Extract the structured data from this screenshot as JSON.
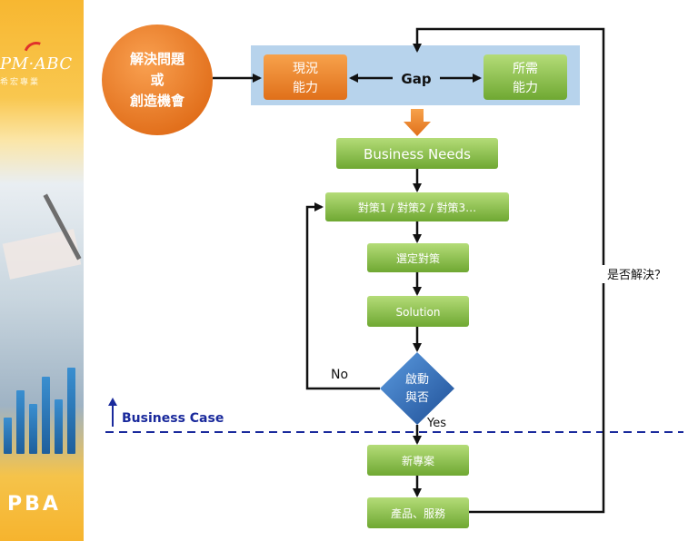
{
  "sidebar": {
    "logo_text": "PM·ABC",
    "logo_sub": "希宏專業",
    "footer_text": "PBA"
  },
  "diagram": {
    "start_node": [
      "解決問題",
      "或",
      "創造機會"
    ],
    "current_state": [
      "現況",
      "能力"
    ],
    "gap_label": "Gap",
    "required_state": [
      "所需",
      "能力"
    ],
    "business_needs": "Business Needs",
    "strategies": "對策1 / 對策2 / 對策3…",
    "select_strategy": "選定對策",
    "solution": "Solution",
    "decision": [
      "啟動",
      "與否"
    ],
    "no_label": "No",
    "yes_label": "Yes",
    "new_project": "新專案",
    "product_service": "產品、服務",
    "resolved_question": "是否解決？",
    "business_case_label": "Business Case"
  },
  "colors": {
    "orange": "#f08a24",
    "green": "#8cc04a",
    "blue_band": "#b7d3ec",
    "decision_blue": "#2f6db5",
    "dashed_line": "#1a2a9c"
  }
}
